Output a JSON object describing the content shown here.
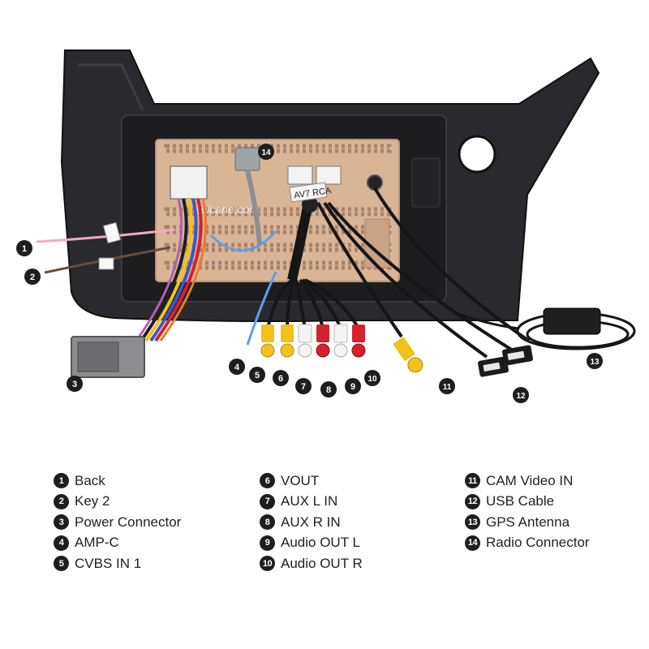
{
  "watermark": "Seicane.com",
  "harness_tag_text": "AV7 RCA",
  "callouts": [
    {
      "n": "1"
    },
    {
      "n": "2"
    },
    {
      "n": "3"
    },
    {
      "n": "4"
    },
    {
      "n": "5"
    },
    {
      "n": "6"
    },
    {
      "n": "7"
    },
    {
      "n": "8"
    },
    {
      "n": "9"
    },
    {
      "n": "10"
    },
    {
      "n": "11"
    },
    {
      "n": "12"
    },
    {
      "n": "13"
    },
    {
      "n": "14"
    }
  ],
  "legend": {
    "col1": [
      {
        "n": "1",
        "label": "Back"
      },
      {
        "n": "2",
        "label": "Key 2"
      },
      {
        "n": "3",
        "label": "Power Connector"
      },
      {
        "n": "4",
        "label": "AMP-C"
      },
      {
        "n": "5",
        "label": "CVBS IN 1"
      }
    ],
    "col2": [
      {
        "n": "6",
        "label": "VOUT"
      },
      {
        "n": "7",
        "label": "AUX L IN"
      },
      {
        "n": "8",
        "label": "AUX R IN"
      },
      {
        "n": "9",
        "label": "Audio OUT L"
      },
      {
        "n": "10",
        "label": "Audio OUT R"
      }
    ],
    "col3": [
      {
        "n": "11",
        "label": "CAM Video IN"
      },
      {
        "n": "12",
        "label": "USB Cable"
      },
      {
        "n": "13",
        "label": "GPS Antenna"
      },
      {
        "n": "14",
        "label": "Radio Connector"
      }
    ]
  },
  "colors": {
    "bezel": "#2a2a2e",
    "board": "#d9b596",
    "rca_yellow": "#f2c21b",
    "rca_red": "#d8202c",
    "rca_white": "#f4f4f4",
    "cable": "#161616",
    "callout": "#1e1e1e"
  }
}
